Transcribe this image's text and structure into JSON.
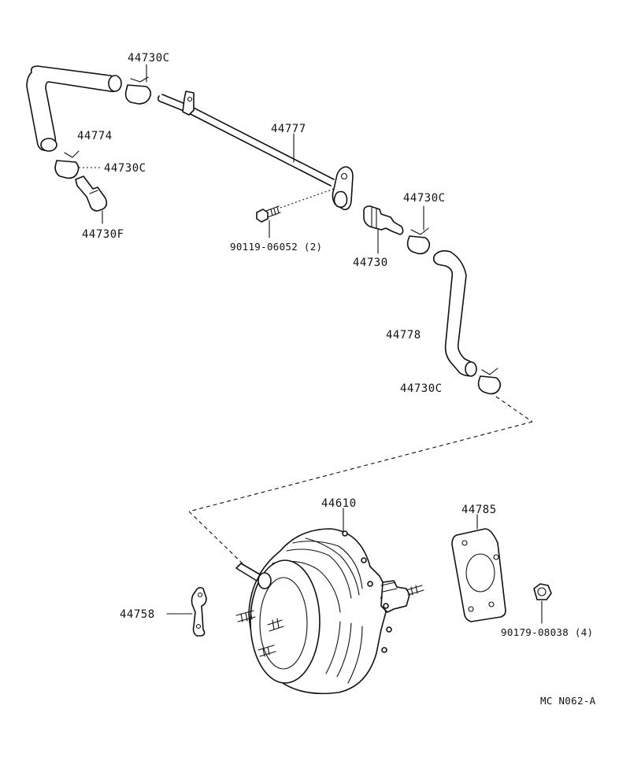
{
  "diagram": {
    "parts": [
      {
        "id": "p44730c_a",
        "number": "44730C"
      },
      {
        "id": "p44774",
        "number": "44774"
      },
      {
        "id": "p44730c_b",
        "number": "44730C"
      },
      {
        "id": "p44730f",
        "number": "44730F"
      },
      {
        "id": "p44777",
        "number": "44777"
      },
      {
        "id": "p90119",
        "number": "90119-06052 (2)"
      },
      {
        "id": "p44730c_c",
        "number": "44730C"
      },
      {
        "id": "p44730",
        "number": "44730"
      },
      {
        "id": "p44778",
        "number": "44778"
      },
      {
        "id": "p44730c_d",
        "number": "44730C"
      },
      {
        "id": "p44610",
        "number": "44610"
      },
      {
        "id": "p44785",
        "number": "44785"
      },
      {
        "id": "p44758",
        "number": "44758"
      },
      {
        "id": "p90179",
        "number": "90179-08038 (4)"
      }
    ],
    "diagram_code": "MC N062-A"
  }
}
